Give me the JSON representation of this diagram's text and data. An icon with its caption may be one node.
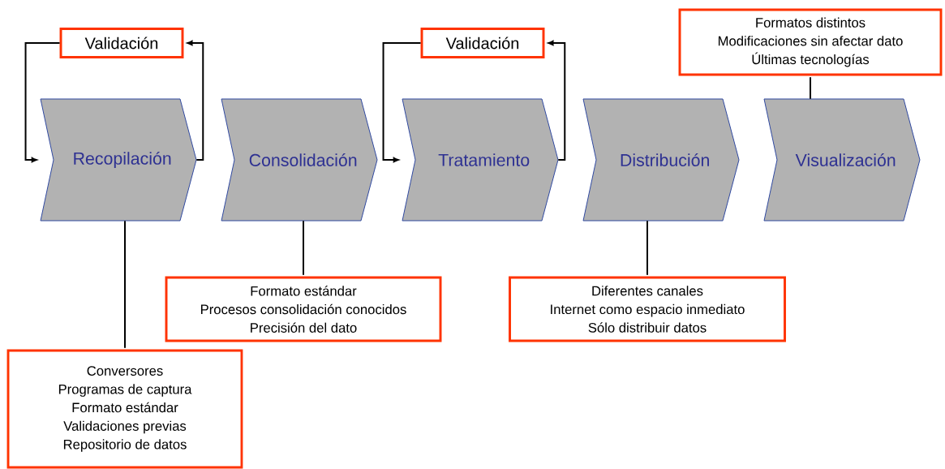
{
  "diagram": {
    "nodes": [
      {
        "text": [
          "Validación"
        ]
      },
      {
        "text": [
          "Validación"
        ]
      },
      {
        "text": [
          "Formatos distintos",
          "Modificaciones sin afectar dato",
          "Últimas tecnologías"
        ]
      },
      {
        "text": [
          "Recopilación"
        ]
      },
      {
        "text": [
          "Consolidación"
        ]
      },
      {
        "text": [
          "Tratamiento"
        ]
      },
      {
        "text": [
          "Distribución"
        ]
      },
      {
        "text": [
          "Visualización"
        ]
      },
      {
        "text": [
          "Formato estándar",
          "Procesos consolidación conocidos",
          "Precisión del dato"
        ]
      },
      {
        "text": [
          "Diferentes canales",
          "Internet como espacio inmediato",
          "Sólo distribuir datos"
        ]
      },
      {
        "text": [
          "Conversores",
          "Programas de captura",
          "Formato estándar",
          "Validaciones previas",
          "Repositorio de datos"
        ]
      }
    ],
    "edges": [
      {
        "from": 3,
        "to": 0,
        "arrow": "to"
      },
      {
        "from": 0,
        "to": 3,
        "arrow": "to"
      },
      {
        "from": 5,
        "to": 1,
        "arrow": "to"
      },
      {
        "from": 1,
        "to": 5,
        "arrow": "to"
      },
      {
        "from": 3,
        "to": 10,
        "arrow": "none"
      },
      {
        "from": 4,
        "to": 8,
        "arrow": "none"
      },
      {
        "from": 6,
        "to": 9,
        "arrow": "none"
      },
      {
        "from": 7,
        "to": 2,
        "arrow": "none"
      }
    ]
  }
}
